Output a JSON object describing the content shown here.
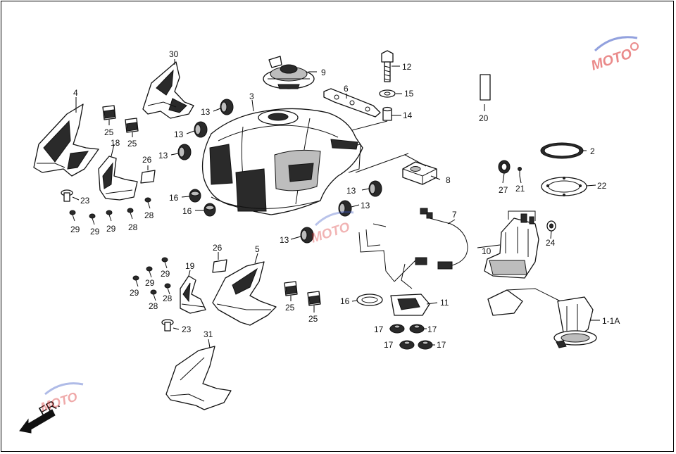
{
  "diagram": {
    "labels": {
      "p1_1a": "1-1A",
      "p2": "2",
      "p3": "3",
      "p4": "4",
      "p5": "5",
      "p6": "6",
      "p7": "7",
      "p8": "8",
      "p9": "9",
      "p10": "10",
      "p11": "11",
      "p12": "12",
      "p13": "13",
      "p14": "14",
      "p15": "15",
      "p16": "16",
      "p17": "17",
      "p18": "18",
      "p19": "19",
      "p20": "20",
      "p21": "21",
      "p22": "22",
      "p23": "23",
      "p24": "24",
      "p25": "25",
      "p26": "26",
      "p27": "27",
      "p28": "28",
      "p29": "29",
      "p30": "30",
      "p31": "31"
    },
    "direction_label": "FR.",
    "watermark": "MOTO"
  }
}
